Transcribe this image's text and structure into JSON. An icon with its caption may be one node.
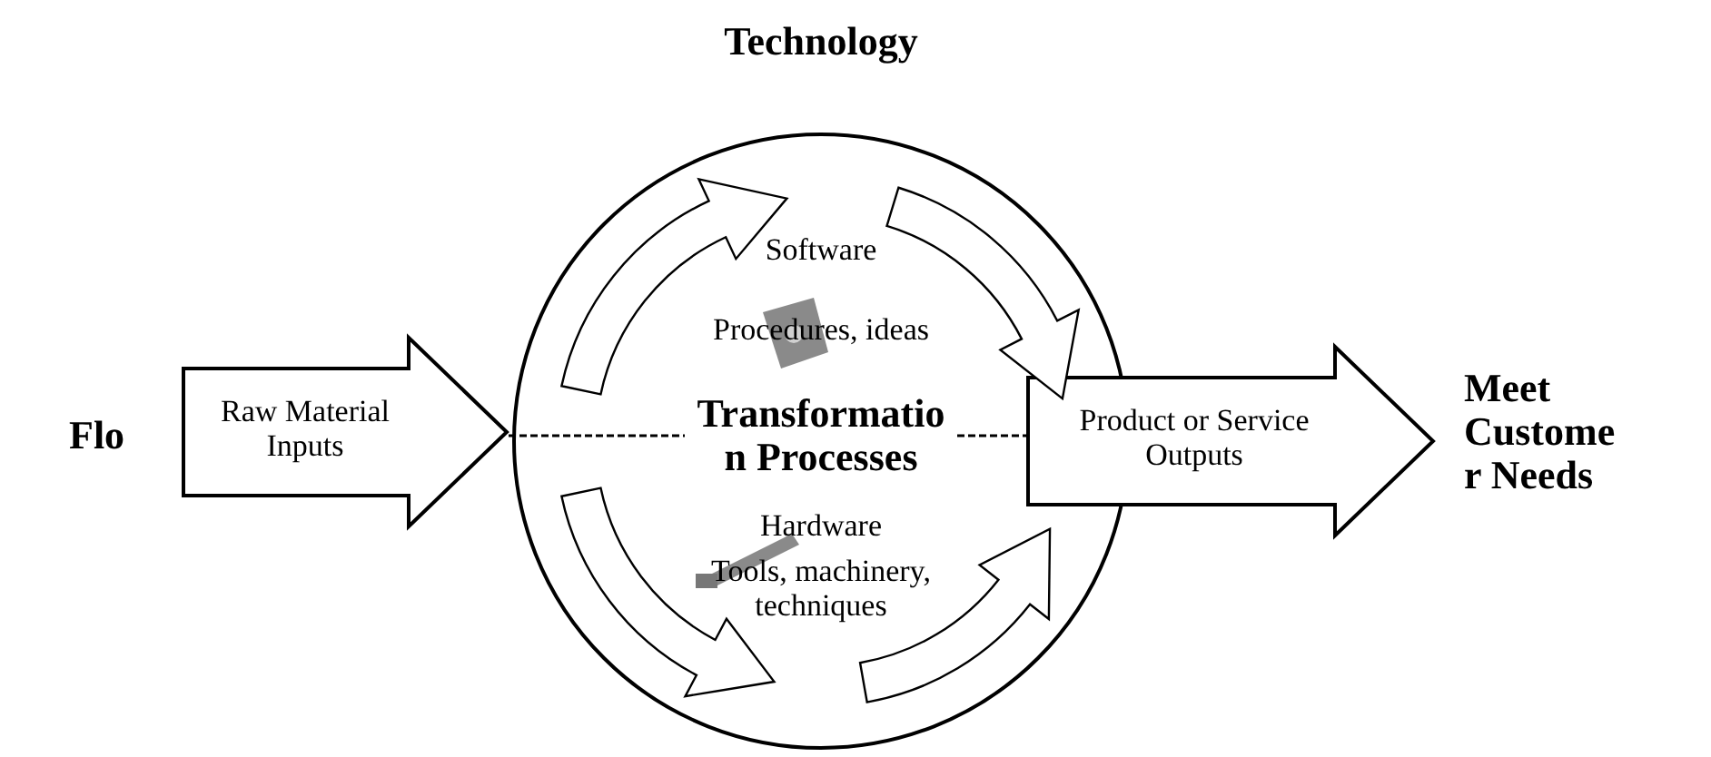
{
  "diagram": {
    "nodes": [
      {
        "text": [
          "Technology",
          "Software",
          "Procedures, ideas",
          "Hardware",
          "Tools, machinery, techniques"
        ]
      },
      {
        "text": [
          "Raw Material Inputs"
        ]
      },
      {
        "text": [
          "Transformatio n Processes"
        ],
        "in": 0
      },
      {
        "text": [
          "Product or Service Outputs"
        ]
      }
    ],
    "edges": [
      {
        "from": 1,
        "to": 2,
        "arrow": "none",
        "style": "dashed"
      },
      {
        "from": 2,
        "to": 3,
        "arrow": "none",
        "style": "dashed"
      }
    ],
    "labels": [
      "Flo",
      "Meet Custome r Needs"
    ]
  }
}
